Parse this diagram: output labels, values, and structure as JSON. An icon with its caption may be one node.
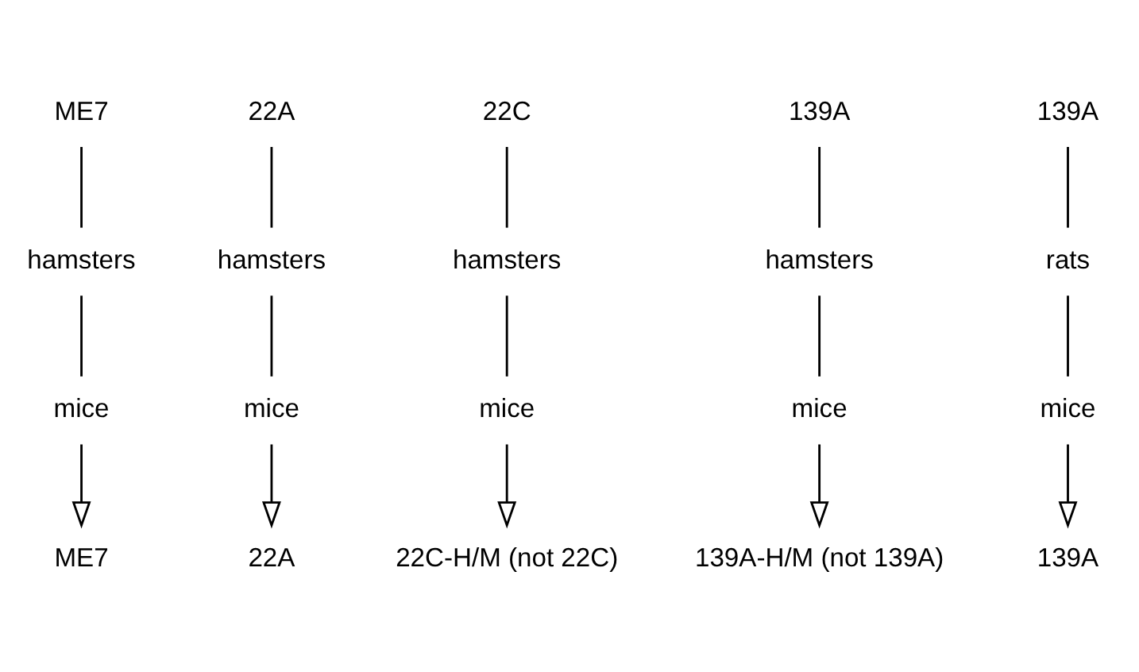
{
  "diagram": {
    "nodes": [
      {
        "text": [
          "ME7"
        ]
      },
      {
        "text": [
          "22A"
        ]
      },
      {
        "text": [
          "22C"
        ]
      },
      {
        "text": [
          "139A"
        ]
      },
      {
        "text": [
          "139A"
        ]
      },
      {
        "text": [
          "hamsters"
        ]
      },
      {
        "text": [
          "hamsters"
        ]
      },
      {
        "text": [
          "hamsters"
        ]
      },
      {
        "text": [
          "hamsters"
        ]
      },
      {
        "text": [
          "rats"
        ]
      },
      {
        "text": [
          "mice"
        ]
      },
      {
        "text": [
          "mice"
        ]
      },
      {
        "text": [
          "mice"
        ]
      },
      {
        "text": [
          "mice"
        ]
      },
      {
        "text": [
          "mice"
        ]
      },
      {
        "text": [
          "ME7"
        ]
      },
      {
        "text": [
          "22A"
        ]
      },
      {
        "text": [
          "22C-H/M (not 22C)"
        ]
      },
      {
        "text": [
          "139A-H/M (not 139A)"
        ]
      },
      {
        "text": [
          "139A"
        ]
      }
    ],
    "edges": [
      {
        "from": 0,
        "to": 5,
        "arrow": "none"
      },
      {
        "from": 5,
        "to": 10,
        "arrow": "none"
      },
      {
        "from": 10,
        "to": 15,
        "arrow": "to"
      },
      {
        "from": 1,
        "to": 6,
        "arrow": "none"
      },
      {
        "from": 6,
        "to": 11,
        "arrow": "none"
      },
      {
        "from": 11,
        "to": 16,
        "arrow": "to"
      },
      {
        "from": 2,
        "to": 7,
        "arrow": "none"
      },
      {
        "from": 7,
        "to": 12,
        "arrow": "none"
      },
      {
        "from": 12,
        "to": 17,
        "arrow": "to"
      },
      {
        "from": 3,
        "to": 8,
        "arrow": "none"
      },
      {
        "from": 8,
        "to": 13,
        "arrow": "none"
      },
      {
        "from": 13,
        "to": 18,
        "arrow": "to"
      },
      {
        "from": 4,
        "to": 9,
        "arrow": "none"
      },
      {
        "from": 9,
        "to": 14,
        "arrow": "none"
      },
      {
        "from": 14,
        "to": 19,
        "arrow": "to"
      }
    ]
  }
}
